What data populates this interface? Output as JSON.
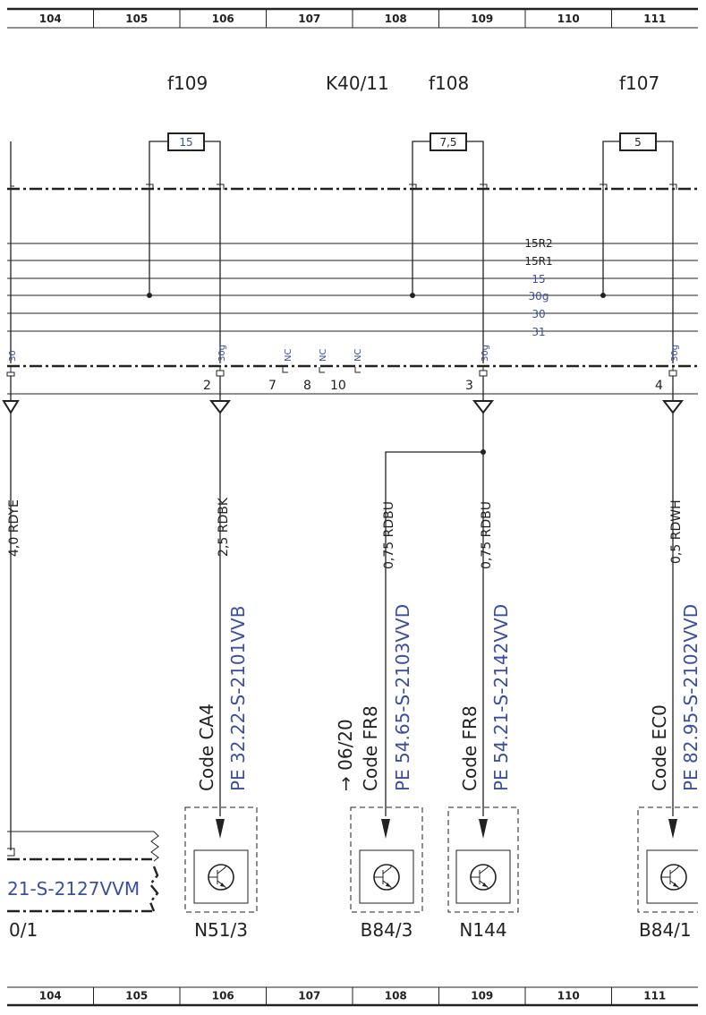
{
  "ruler": {
    "columns": [
      "104",
      "105",
      "106",
      "107",
      "108",
      "109",
      "110",
      "111"
    ]
  },
  "top_labels": {
    "f109": "f109",
    "k40": "K40/11",
    "f108": "f108",
    "f107": "f107"
  },
  "fuses": {
    "f109_value": "15",
    "f108_value": "7,5",
    "f107_value": "5"
  },
  "bus_lines": [
    "15R2",
    "15R1",
    "15",
    "30g",
    "30",
    "31"
  ],
  "bus_colors": {
    "black": "#222222",
    "blue": "#3a4fa0"
  },
  "connector_pins": {
    "p30": "30",
    "p30g_a": "30g",
    "nc_a": "NC",
    "nc_b": "NC",
    "nc_c": "NC",
    "p30g_b": "30g",
    "p30g_c": "30g",
    "n2": "2",
    "n7": "7",
    "n8": "8",
    "n10": "10",
    "n3": "3",
    "n4": "4"
  },
  "wires": {
    "w1": "4,0 RDYE",
    "w2": "2,5 RDBK",
    "w3": "0,75 RDBU",
    "w4": "0,75 RDBU",
    "w5": "0,5 RDWH"
  },
  "codes": {
    "c2": "Code CA4",
    "pe2": "PE 32.22-S-2101VVB",
    "c3_date": "→ 06/20",
    "c3": "Code FR8",
    "pe3": "PE 54.65-S-2103VVD",
    "c4": "Code FR8",
    "pe4": "PE 54.21-S-2142VVD",
    "c5": "Code EC0",
    "pe5": "PE 82.95-S-2102VVD"
  },
  "components": {
    "left_ref": "21-S-2127VVM",
    "left_label": "0/1",
    "n51": "N51/3",
    "b84_3": "B84/3",
    "n144": "N144",
    "b84_1": "B84/1"
  }
}
